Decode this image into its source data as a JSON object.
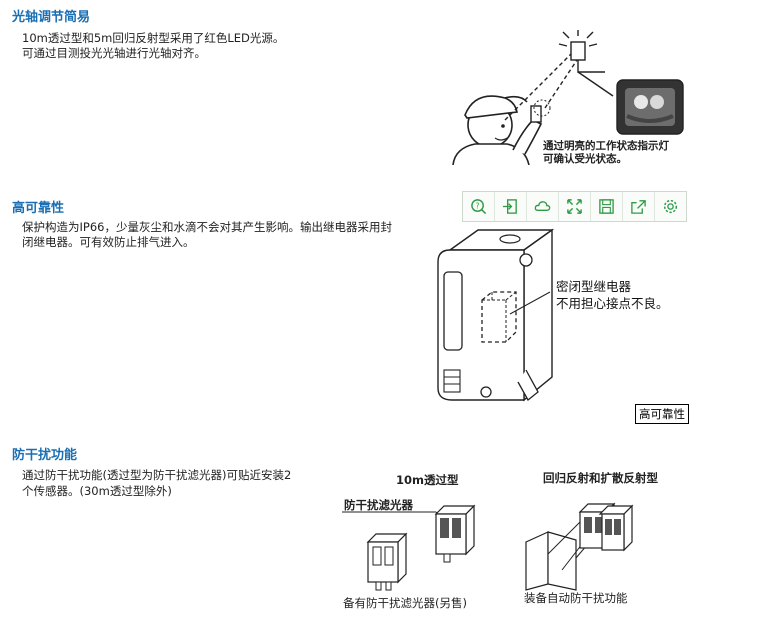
{
  "section1": {
    "heading": "光轴调节简易",
    "lines": [
      "10m透过型和5m回归反射型采用了红色LED光源。",
      "可通过目测投光光轴进行光轴对齐。"
    ],
    "callout_lines": [
      "通过明亮的工作状态指示灯",
      "可确认受光状态。"
    ]
  },
  "section2": {
    "heading": "高可靠性",
    "lines": [
      "保护构造为IP66，少量灰尘和水滴不会对其产生影响。输出继电器采用封",
      "闭继电器。可有效防止排气进入。"
    ],
    "callout_lines": [
      "密闭型继电器",
      "不用担心接点不良。"
    ],
    "badge": "高可靠性"
  },
  "toolbar": {
    "icons": [
      "zoom-icon",
      "import-icon",
      "cloud-icon",
      "expand-icon",
      "save-icon",
      "share-icon",
      "settings-icon"
    ],
    "icon_color": "#2e9b45"
  },
  "section3": {
    "heading": "防干扰功能",
    "lines": [
      "通过防干扰功能(透过型为防干扰滤光器)可贴近安装2",
      "个传感器。(30m透过型除外)"
    ],
    "fig_left_title": "10m透过型",
    "fig_left_label": "防干扰滤光器",
    "fig_left_caption": "备有防干扰滤光器(另售)",
    "fig_right_title": "回归反射和扩散反射型",
    "fig_right_caption": "装备自动防干扰功能"
  },
  "colors": {
    "heading": "#1a6fb4",
    "toolbar_accent": "#2e9b45"
  }
}
